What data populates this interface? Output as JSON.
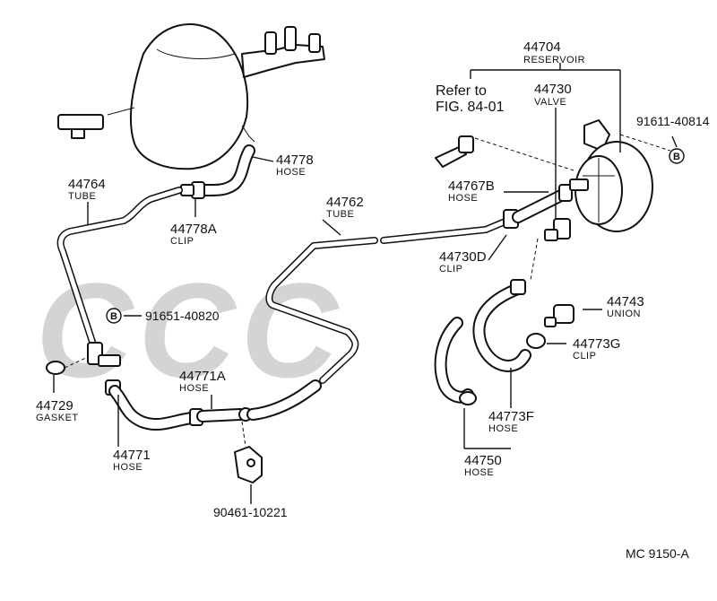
{
  "watermark": {
    "text": "CCC"
  },
  "callouts": {
    "reservoir_no": "44704",
    "reservoir_name": "RESERVOIR",
    "valve_no": "44730",
    "valve_name": "VALVE",
    "refer_line1": "Refer to",
    "refer_line2": "FIG. 84-01",
    "bolt_right": "91611-40814",
    "hose_767b_no": "44767B",
    "hose_767b_name": "HOSE",
    "clip_730d_no": "44730D",
    "clip_730d_name": "CLIP",
    "union_no": "44743",
    "union_name": "UNION",
    "clip_773g_no": "44773G",
    "clip_773g_name": "CLIP",
    "hose_773f_no": "44773F",
    "hose_773f_name": "HOSE",
    "hose_750_no": "44750",
    "hose_750_name": "HOSE",
    "tube_762_no": "44762",
    "tube_762_name": "TUBE",
    "hose_778_no": "44778",
    "hose_778_name": "HOSE",
    "clip_778a_no": "44778A",
    "clip_778a_name": "CLIP",
    "tube_764_no": "44764",
    "tube_764_name": "TUBE",
    "bolt_left": "91651-40820",
    "gasket_no": "44729",
    "gasket_name": "GASKET",
    "hose_771a_no": "44771A",
    "hose_771a_name": "HOSE",
    "hose_771_no": "44771",
    "hose_771_name": "HOSE",
    "bracket_no": "90461-10221"
  },
  "badges": {
    "left": "B",
    "right": "B"
  },
  "footer": {
    "code": "MC  9150-A"
  }
}
